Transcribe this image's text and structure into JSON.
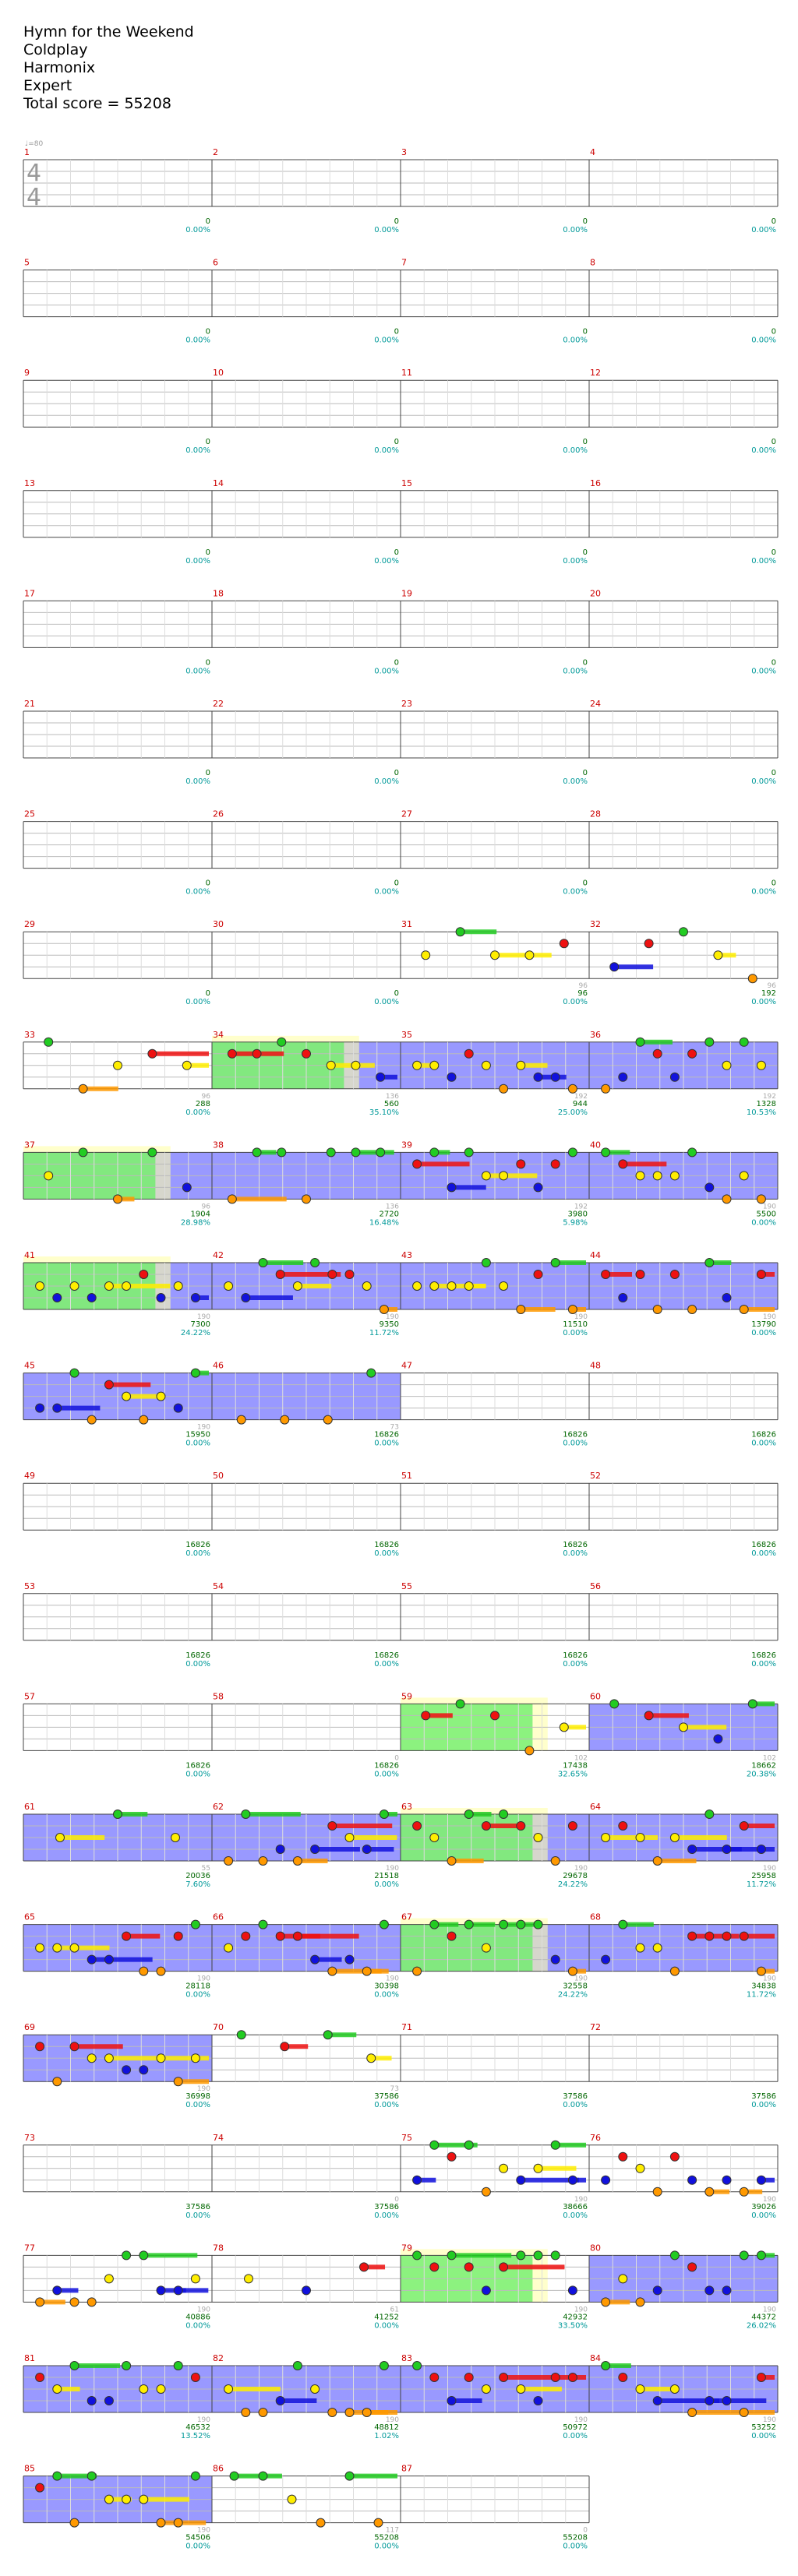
{
  "header": {
    "song": "Hymn for the Weekend",
    "artist": "Coldplay",
    "charter": "Harmonix",
    "difficulty": "Expert",
    "total_score": "Total score = 55208"
  },
  "tempo_marker": "♩=80",
  "time_signature": {
    "top": "4",
    "bottom": "4"
  },
  "colors": {
    "measure_number": "#cc0000",
    "score": "#006600",
    "percent": "#009999",
    "notes_count": "#aaaaaa",
    "overdrive_fill": "#9999ff",
    "solo_fill": "#66ee66",
    "staff_line": "#bbbbbb",
    "green": "#22cc22",
    "red": "#ee1111",
    "yellow": "#ffee00",
    "blue": "#1111dd",
    "orange": "#ff9900"
  },
  "measures": [
    {
      "n": "1",
      "notes": "",
      "score": "0",
      "pct": "0.00%"
    },
    {
      "n": "2",
      "notes": "",
      "score": "0",
      "pct": "0.00%"
    },
    {
      "n": "3",
      "notes": "",
      "score": "0",
      "pct": "0.00%"
    },
    {
      "n": "4",
      "notes": "",
      "score": "0",
      "pct": "0.00%"
    },
    {
      "n": "5",
      "notes": "",
      "score": "0",
      "pct": "0.00%"
    },
    {
      "n": "6",
      "notes": "",
      "score": "0",
      "pct": "0.00%"
    },
    {
      "n": "7",
      "notes": "",
      "score": "0",
      "pct": "0.00%"
    },
    {
      "n": "8",
      "notes": "",
      "score": "0",
      "pct": "0.00%"
    },
    {
      "n": "9",
      "notes": "",
      "score": "0",
      "pct": "0.00%"
    },
    {
      "n": "10",
      "notes": "",
      "score": "0",
      "pct": "0.00%"
    },
    {
      "n": "11",
      "notes": "",
      "score": "0",
      "pct": "0.00%"
    },
    {
      "n": "12",
      "notes": "",
      "score": "0",
      "pct": "0.00%"
    },
    {
      "n": "13",
      "notes": "",
      "score": "0",
      "pct": "0.00%"
    },
    {
      "n": "14",
      "notes": "",
      "score": "0",
      "pct": "0.00%"
    },
    {
      "n": "15",
      "notes": "",
      "score": "0",
      "pct": "0.00%"
    },
    {
      "n": "16",
      "notes": "",
      "score": "0",
      "pct": "0.00%"
    },
    {
      "n": "17",
      "notes": "",
      "score": "0",
      "pct": "0.00%"
    },
    {
      "n": "18",
      "notes": "",
      "score": "0",
      "pct": "0.00%"
    },
    {
      "n": "19",
      "notes": "",
      "score": "0",
      "pct": "0.00%"
    },
    {
      "n": "20",
      "notes": "",
      "score": "0",
      "pct": "0.00%"
    },
    {
      "n": "21",
      "notes": "",
      "score": "0",
      "pct": "0.00%"
    },
    {
      "n": "22",
      "notes": "",
      "score": "0",
      "pct": "0.00%"
    },
    {
      "n": "23",
      "notes": "",
      "score": "0",
      "pct": "0.00%"
    },
    {
      "n": "24",
      "notes": "",
      "score": "0",
      "pct": "0.00%"
    },
    {
      "n": "25",
      "notes": "",
      "score": "0",
      "pct": "0.00%"
    },
    {
      "n": "26",
      "notes": "",
      "score": "0",
      "pct": "0.00%"
    },
    {
      "n": "27",
      "notes": "",
      "score": "0",
      "pct": "0.00%"
    },
    {
      "n": "28",
      "notes": "",
      "score": "0",
      "pct": "0.00%"
    },
    {
      "n": "29",
      "notes": "",
      "score": "0",
      "pct": "0.00%"
    },
    {
      "n": "30",
      "notes": "",
      "score": "0",
      "pct": "0.00%"
    },
    {
      "n": "31",
      "notes": "96",
      "score": "96",
      "pct": "0.00%"
    },
    {
      "n": "32",
      "notes": "96",
      "score": "192",
      "pct": "0.00%"
    },
    {
      "n": "33",
      "notes": "96",
      "score": "288",
      "pct": "0.00%"
    },
    {
      "n": "34",
      "notes": "136",
      "score": "560",
      "pct": "35.10%"
    },
    {
      "n": "35",
      "notes": "192",
      "score": "944",
      "pct": "25.00%"
    },
    {
      "n": "36",
      "notes": "192",
      "score": "1328",
      "pct": "10.53%"
    },
    {
      "n": "37",
      "notes": "96",
      "score": "1904",
      "pct": "28.98%"
    },
    {
      "n": "38",
      "notes": "136",
      "score": "2720",
      "pct": "16.48%"
    },
    {
      "n": "39",
      "notes": "192",
      "score": "3980",
      "pct": "5.98%"
    },
    {
      "n": "40",
      "notes": "190",
      "score": "5500",
      "pct": "0.00%"
    },
    {
      "n": "41",
      "notes": "190",
      "score": "7300",
      "pct": "24.22%"
    },
    {
      "n": "42",
      "notes": "190",
      "score": "9350",
      "pct": "11.72%"
    },
    {
      "n": "43",
      "notes": "190",
      "score": "11510",
      "pct": "0.00%"
    },
    {
      "n": "44",
      "notes": "190",
      "score": "13790",
      "pct": "0.00%"
    },
    {
      "n": "45",
      "notes": "190",
      "score": "15950",
      "pct": "0.00%"
    },
    {
      "n": "46",
      "notes": "73",
      "score": "16826",
      "pct": "0.00%"
    },
    {
      "n": "47",
      "notes": "",
      "score": "16826",
      "pct": "0.00%"
    },
    {
      "n": "48",
      "notes": "",
      "score": "16826",
      "pct": "0.00%"
    },
    {
      "n": "49",
      "notes": "",
      "score": "16826",
      "pct": "0.00%"
    },
    {
      "n": "50",
      "notes": "",
      "score": "16826",
      "pct": "0.00%"
    },
    {
      "n": "51",
      "notes": "",
      "score": "16826",
      "pct": "0.00%"
    },
    {
      "n": "52",
      "notes": "",
      "score": "16826",
      "pct": "0.00%"
    },
    {
      "n": "53",
      "notes": "",
      "score": "16826",
      "pct": "0.00%"
    },
    {
      "n": "54",
      "notes": "",
      "score": "16826",
      "pct": "0.00%"
    },
    {
      "n": "55",
      "notes": "",
      "score": "16826",
      "pct": "0.00%"
    },
    {
      "n": "56",
      "notes": "",
      "score": "16826",
      "pct": "0.00%"
    },
    {
      "n": "57",
      "notes": "",
      "score": "16826",
      "pct": "0.00%"
    },
    {
      "n": "58",
      "notes": "0",
      "score": "16826",
      "pct": "0.00%"
    },
    {
      "n": "59",
      "notes": "102",
      "score": "17438",
      "pct": "32.65%"
    },
    {
      "n": "60",
      "notes": "102",
      "score": "18662",
      "pct": "20.38%"
    },
    {
      "n": "61",
      "notes": "55",
      "score": "20036",
      "pct": "7.60%"
    },
    {
      "n": "62",
      "notes": "190",
      "score": "21518",
      "pct": "0.00%"
    },
    {
      "n": "63",
      "notes": "190",
      "score": "29678",
      "pct": "24.22%"
    },
    {
      "n": "64",
      "notes": "190",
      "score": "25958",
      "pct": "11.72%"
    },
    {
      "n": "65",
      "notes": "190",
      "score": "28118",
      "pct": "0.00%"
    },
    {
      "n": "66",
      "notes": "190",
      "score": "30398",
      "pct": "0.00%"
    },
    {
      "n": "67",
      "notes": "190",
      "score": "32558",
      "pct": "24.22%"
    },
    {
      "n": "68",
      "notes": "190",
      "score": "34838",
      "pct": "11.72%"
    },
    {
      "n": "69",
      "notes": "190",
      "score": "36998",
      "pct": "0.00%"
    },
    {
      "n": "70",
      "notes": "73",
      "score": "37586",
      "pct": "0.00%"
    },
    {
      "n": "71",
      "notes": "",
      "score": "37586",
      "pct": "0.00%"
    },
    {
      "n": "72",
      "notes": "",
      "score": "37586",
      "pct": "0.00%"
    },
    {
      "n": "73",
      "notes": "",
      "score": "37586",
      "pct": "0.00%"
    },
    {
      "n": "74",
      "notes": "0",
      "score": "37586",
      "pct": "0.00%"
    },
    {
      "n": "75",
      "notes": "190",
      "score": "38666",
      "pct": "0.00%"
    },
    {
      "n": "76",
      "notes": "190",
      "score": "39026",
      "pct": "0.00%"
    },
    {
      "n": "77",
      "notes": "190",
      "score": "40886",
      "pct": "0.00%"
    },
    {
      "n": "78",
      "notes": "61",
      "score": "41252",
      "pct": "0.00%"
    },
    {
      "n": "79",
      "notes": "190",
      "score": "42932",
      "pct": "33.50%"
    },
    {
      "n": "80",
      "notes": "190",
      "score": "44372",
      "pct": "26.02%"
    },
    {
      "n": "81",
      "notes": "190",
      "score": "46532",
      "pct": "13.52%"
    },
    {
      "n": "82",
      "notes": "190",
      "score": "48812",
      "pct": "1.02%"
    },
    {
      "n": "83",
      "notes": "190",
      "score": "50972",
      "pct": "0.00%"
    },
    {
      "n": "84",
      "notes": "190",
      "score": "53252",
      "pct": "0.00%"
    },
    {
      "n": "85",
      "notes": "190",
      "score": "54506",
      "pct": "0.00%"
    },
    {
      "n": "86",
      "notes": "117",
      "score": "55208",
      "pct": "0.00%"
    },
    {
      "n": "87",
      "notes": "0",
      "score": "55208",
      "pct": "0.00%"
    }
  ],
  "overdrive_measures": [
    "34",
    "35",
    "36",
    "37",
    "38",
    "39",
    "40",
    "41",
    "42",
    "43",
    "44",
    "45",
    "46",
    "60",
    "61",
    "62",
    "63",
    "64",
    "65",
    "66",
    "67",
    "68",
    "69",
    "80",
    "81",
    "82",
    "83",
    "84",
    "85"
  ],
  "solo_measures": [
    "34",
    "37",
    "41",
    "59",
    "63",
    "67",
    "79"
  ]
}
